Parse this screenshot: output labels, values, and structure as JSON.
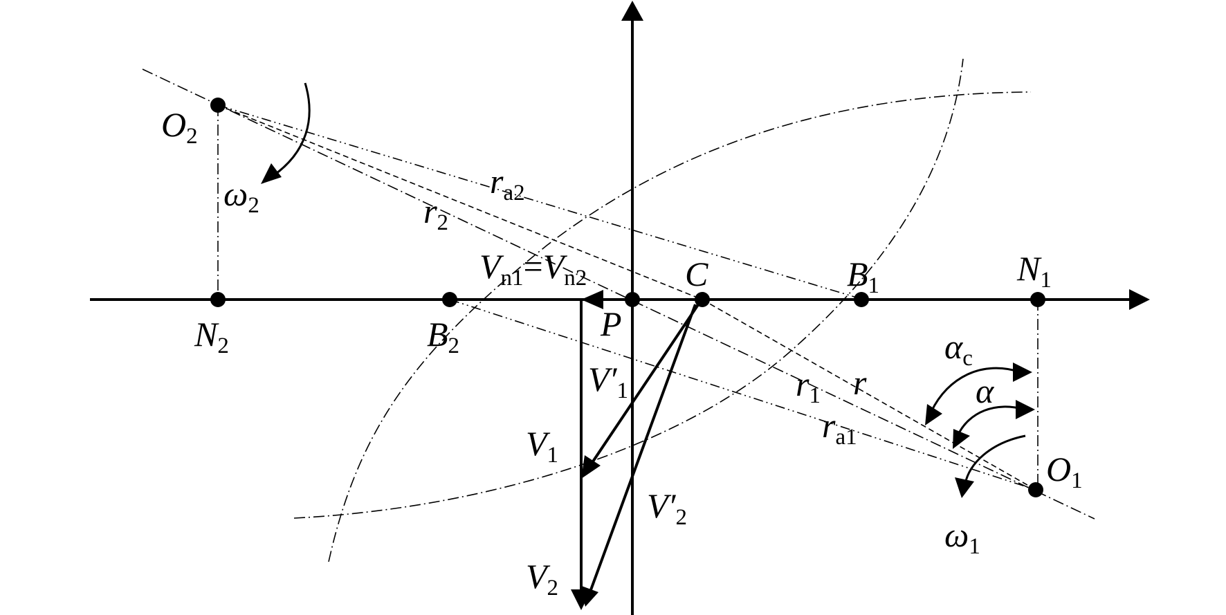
{
  "points": {
    "O2": {
      "base": "O",
      "sub": "2"
    },
    "O1": {
      "base": "O",
      "sub": "1"
    },
    "N2": {
      "base": "N",
      "sub": "2"
    },
    "N1": {
      "base": "N",
      "sub": "1"
    },
    "B2": {
      "base": "B",
      "sub": "2"
    },
    "B1": {
      "base": "B",
      "sub": "1"
    },
    "C": "C",
    "P": "P"
  },
  "angular_velocity": {
    "w2": {
      "base": "ω",
      "sub": "2"
    },
    "w1": {
      "base": "ω",
      "sub": "1"
    }
  },
  "radii": {
    "ra2": {
      "base": "r",
      "sub": "a2"
    },
    "r2": {
      "base": "r",
      "sub": "2"
    },
    "r1": {
      "base": "r",
      "sub": "1"
    },
    "r": "r",
    "ra1": {
      "base": "r",
      "sub": "a1"
    }
  },
  "velocities": {
    "vn_eq": {
      "left": "V",
      "left_sub": "n1",
      "eq": "=",
      "right": "V",
      "right_sub": "n2"
    },
    "V1p": {
      "base": "V′",
      "sub": "1"
    },
    "V1": {
      "base": "V",
      "sub": "1"
    },
    "V2p": {
      "base": "V′",
      "sub": "2"
    },
    "V2": {
      "base": "V",
      "sub": "2"
    }
  },
  "angles": {
    "alpha_c": {
      "base": "α",
      "sub": "c"
    },
    "alpha": "α"
  }
}
